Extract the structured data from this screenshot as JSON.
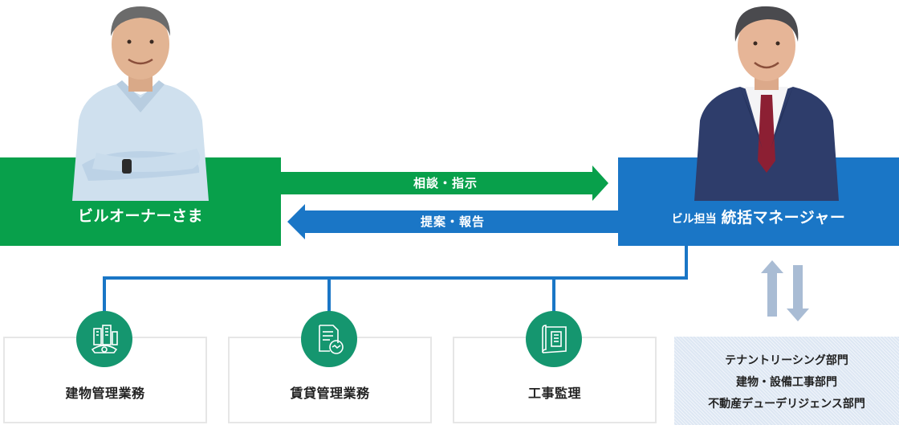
{
  "colors": {
    "green": "#08a04b",
    "blue": "#1a76c6",
    "teal": "#15966f",
    "updown_arrow": "#a9bcd4"
  },
  "owner": {
    "label": "ビルオーナーさま"
  },
  "manager": {
    "prefix": "ビル担当",
    "title": "統括マネージャー"
  },
  "arrows": {
    "to_manager": "相談・指示",
    "to_owner": "提案・報告"
  },
  "services": [
    {
      "label": "建物管理業務",
      "icon": "building-gear-icon"
    },
    {
      "label": "賃貸管理業務",
      "icon": "document-handshake-icon"
    },
    {
      "label": "工事監理",
      "icon": "blueprint-icon"
    }
  ],
  "departments": [
    "テナントリーシング部門",
    "建物・設備工事部門",
    "不動産デューデリジェンス部門"
  ]
}
